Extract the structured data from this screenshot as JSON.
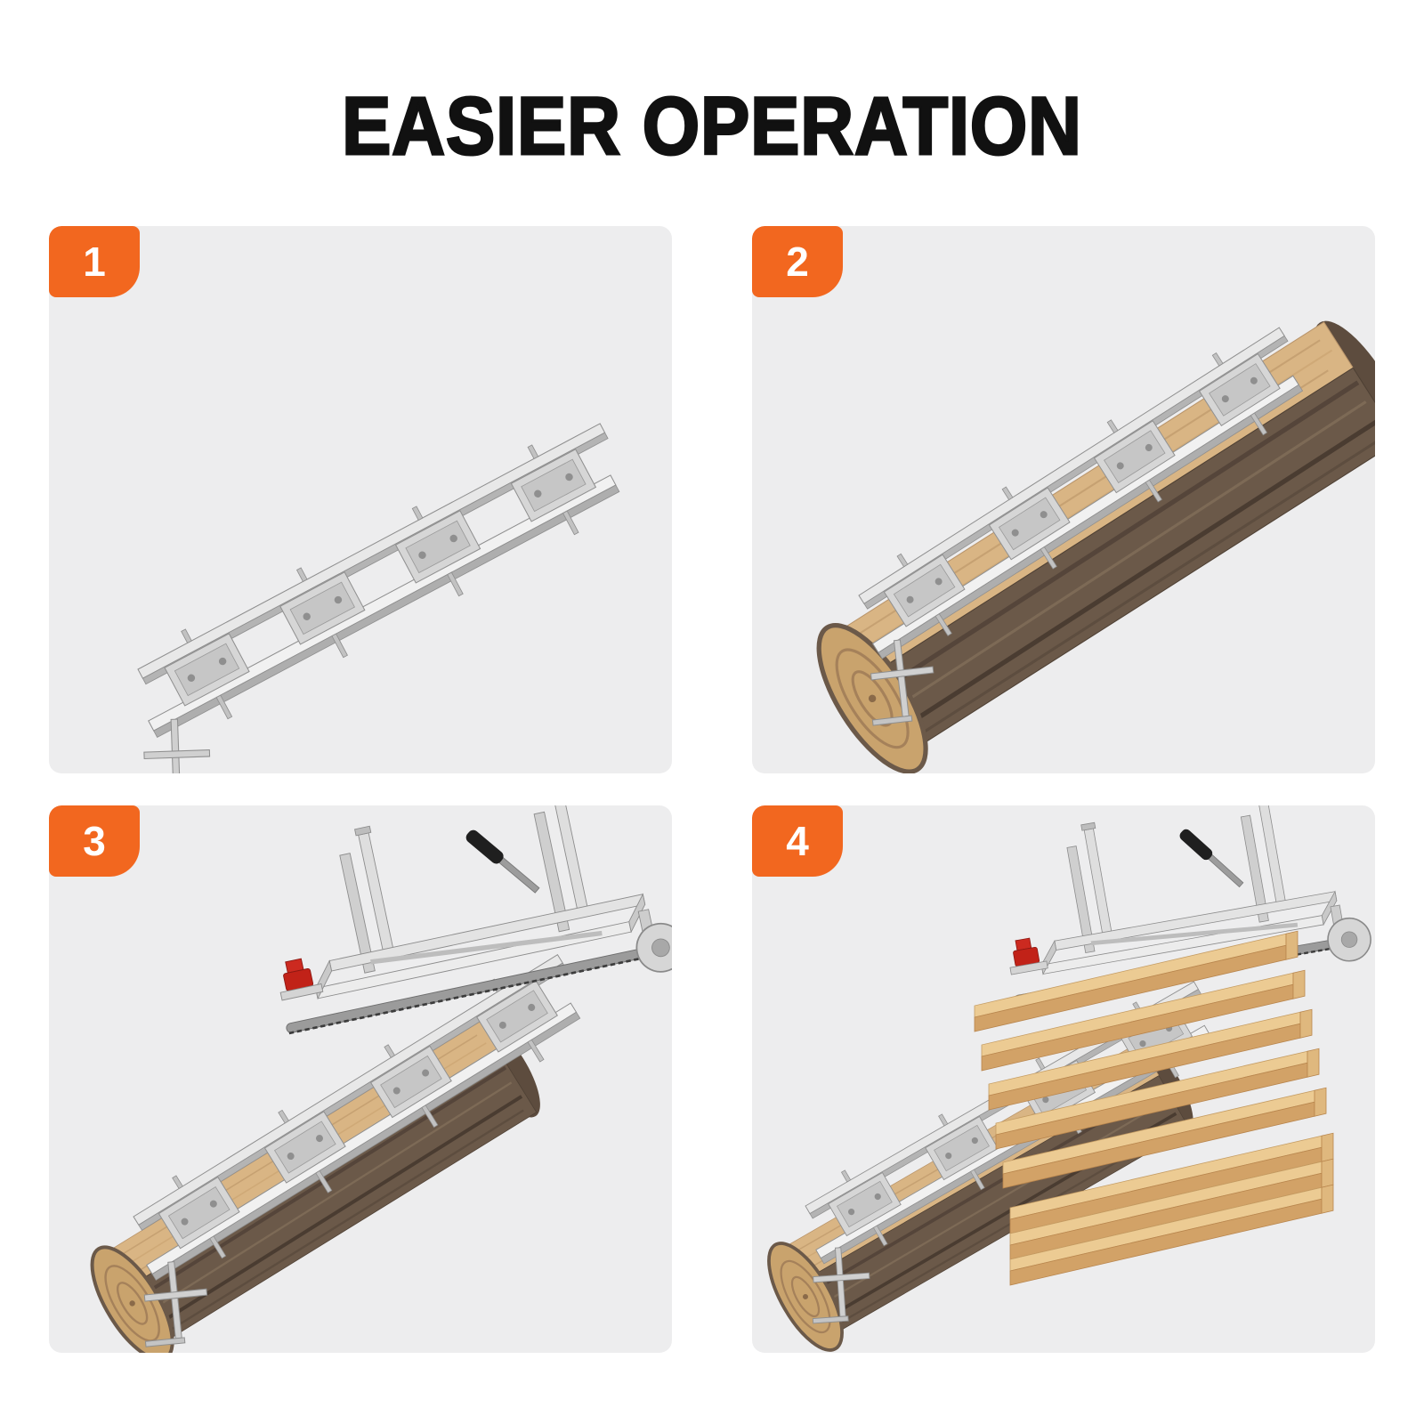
{
  "title": "EASIER OPERATION",
  "steps": [
    {
      "number": "1",
      "illustration": "guide-rail-frame-assembled"
    },
    {
      "number": "2",
      "illustration": "guide-rail-mounted-on-log"
    },
    {
      "number": "3",
      "illustration": "chainsaw-mill-placed-on-guide-rail"
    },
    {
      "number": "4",
      "illustration": "chainsaw-mill-finished-lumber-boards"
    }
  ],
  "colors": {
    "accent_orange": "#F2671F",
    "panel_background": "#EDEDEE",
    "title_text": "#111111",
    "wood_top": "#D9B584",
    "bark": "#6B5949",
    "metal": "#D6D6D6",
    "clamp_red": "#C4281E"
  }
}
